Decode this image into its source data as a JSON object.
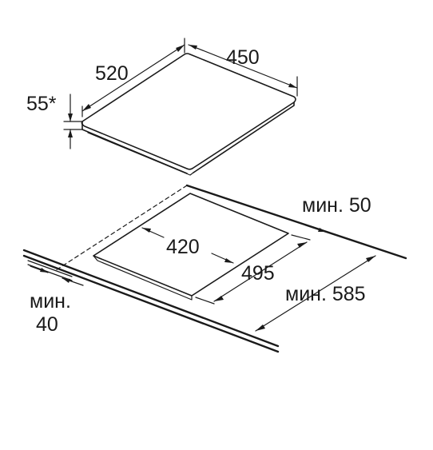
{
  "hob": {
    "width_label": "450",
    "depth_label": "520",
    "height_label": "55*"
  },
  "cutout": {
    "width_label": "420",
    "depth_label": "495"
  },
  "clearances": {
    "back_label": "мин. 50",
    "front_label_line1": "мин.",
    "front_label_line2": "40",
    "worktop_label": "мин. 585"
  },
  "colors": {
    "stroke": "#1a1a1a",
    "background": "#ffffff"
  }
}
